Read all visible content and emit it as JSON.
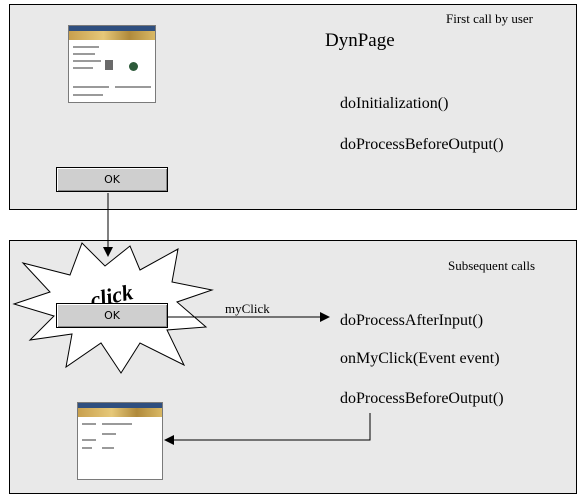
{
  "first_call": {
    "title": "First call by user",
    "node": "DynPage",
    "steps": [
      "doInitialization()",
      "doProcessBeforeOutput()"
    ],
    "button_label": "OK"
  },
  "subsequent": {
    "title": "Subsequent calls",
    "click_label": "click",
    "button_label": "OK",
    "event_label": "myClick",
    "steps": [
      "doProcessAfterInput()",
      "onMyClick(Event event)",
      "doProcessBeforeOutput()"
    ]
  }
}
